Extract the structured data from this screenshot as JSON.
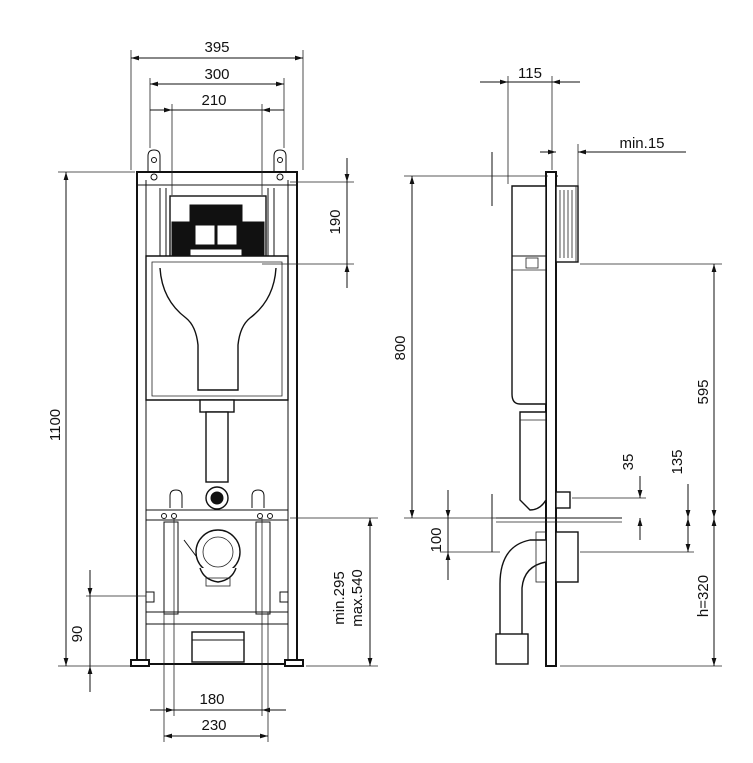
{
  "front_view": {
    "dim_width_total": "395",
    "dim_width_mounts": "300",
    "dim_width_inner": "210",
    "dim_height_total": "1100",
    "dim_button_area": "190",
    "dim_outlet_min": "min.295",
    "dim_outlet_max": "max.540",
    "dim_feet": "90",
    "dim_bolt_spacing": "180",
    "dim_bolt_width": "230"
  },
  "side_view": {
    "dim_depth": "115",
    "dim_wall_min": "min.15",
    "dim_tank_height": "800",
    "dim_cistern_to_outlet": "595",
    "dim_pipe_offset_a": "35",
    "dim_pipe_offset_b": "135",
    "dim_drain_offset": "100",
    "dim_outlet_height": "h=320"
  },
  "colors": {
    "line": "#111111",
    "background": "#ffffff"
  }
}
